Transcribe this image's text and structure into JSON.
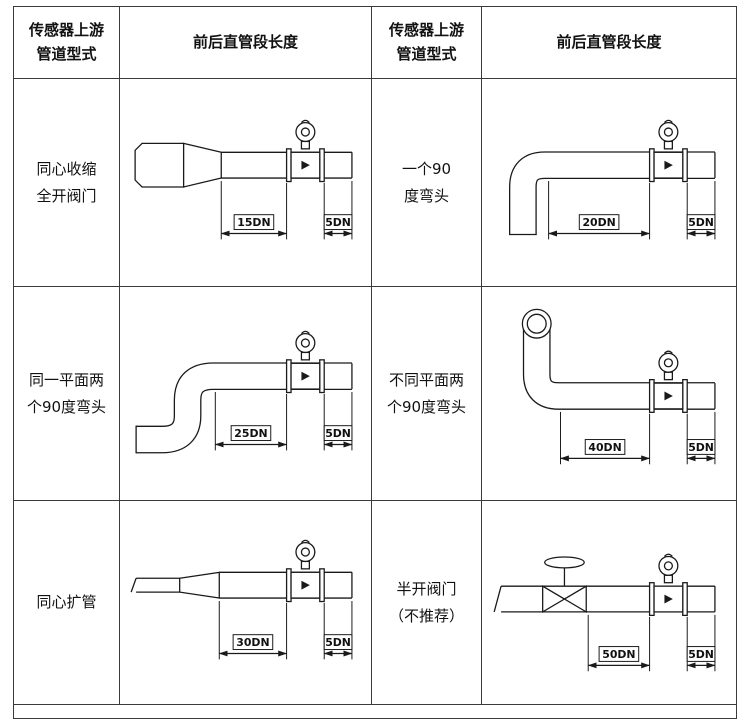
{
  "header": {
    "type_label": "传感器上游\n管道型式",
    "length_label": "前后直管段长度"
  },
  "rows": [
    {
      "left_type": "同心收缩\n全开阀门",
      "right_type": "一个90\n度弯头"
    },
    {
      "left_type": "同一平面两\n个90度弯头",
      "right_type": "不同平面两\n个90度弯头"
    },
    {
      "left_type": "同心扩管",
      "right_type": "半开阀门\n（不推荐）"
    }
  ],
  "diagrams": {
    "reducer": {
      "upstream": "15DN",
      "downstream": "5DN"
    },
    "single_elbow": {
      "upstream": "20DN",
      "downstream": "5DN"
    },
    "two_elbows_same_plane": {
      "upstream": "25DN",
      "downstream": "5DN"
    },
    "two_elbows_diff_plane": {
      "upstream": "40DN",
      "downstream": "5DN"
    },
    "expander": {
      "upstream": "30DN",
      "downstream": "5DN"
    },
    "half_open_valve": {
      "upstream": "50DN",
      "downstream": "5DN"
    }
  },
  "colors": {
    "line": "#1a1a1a",
    "grid_border": "#3a3a3a",
    "background": "#ffffff"
  }
}
